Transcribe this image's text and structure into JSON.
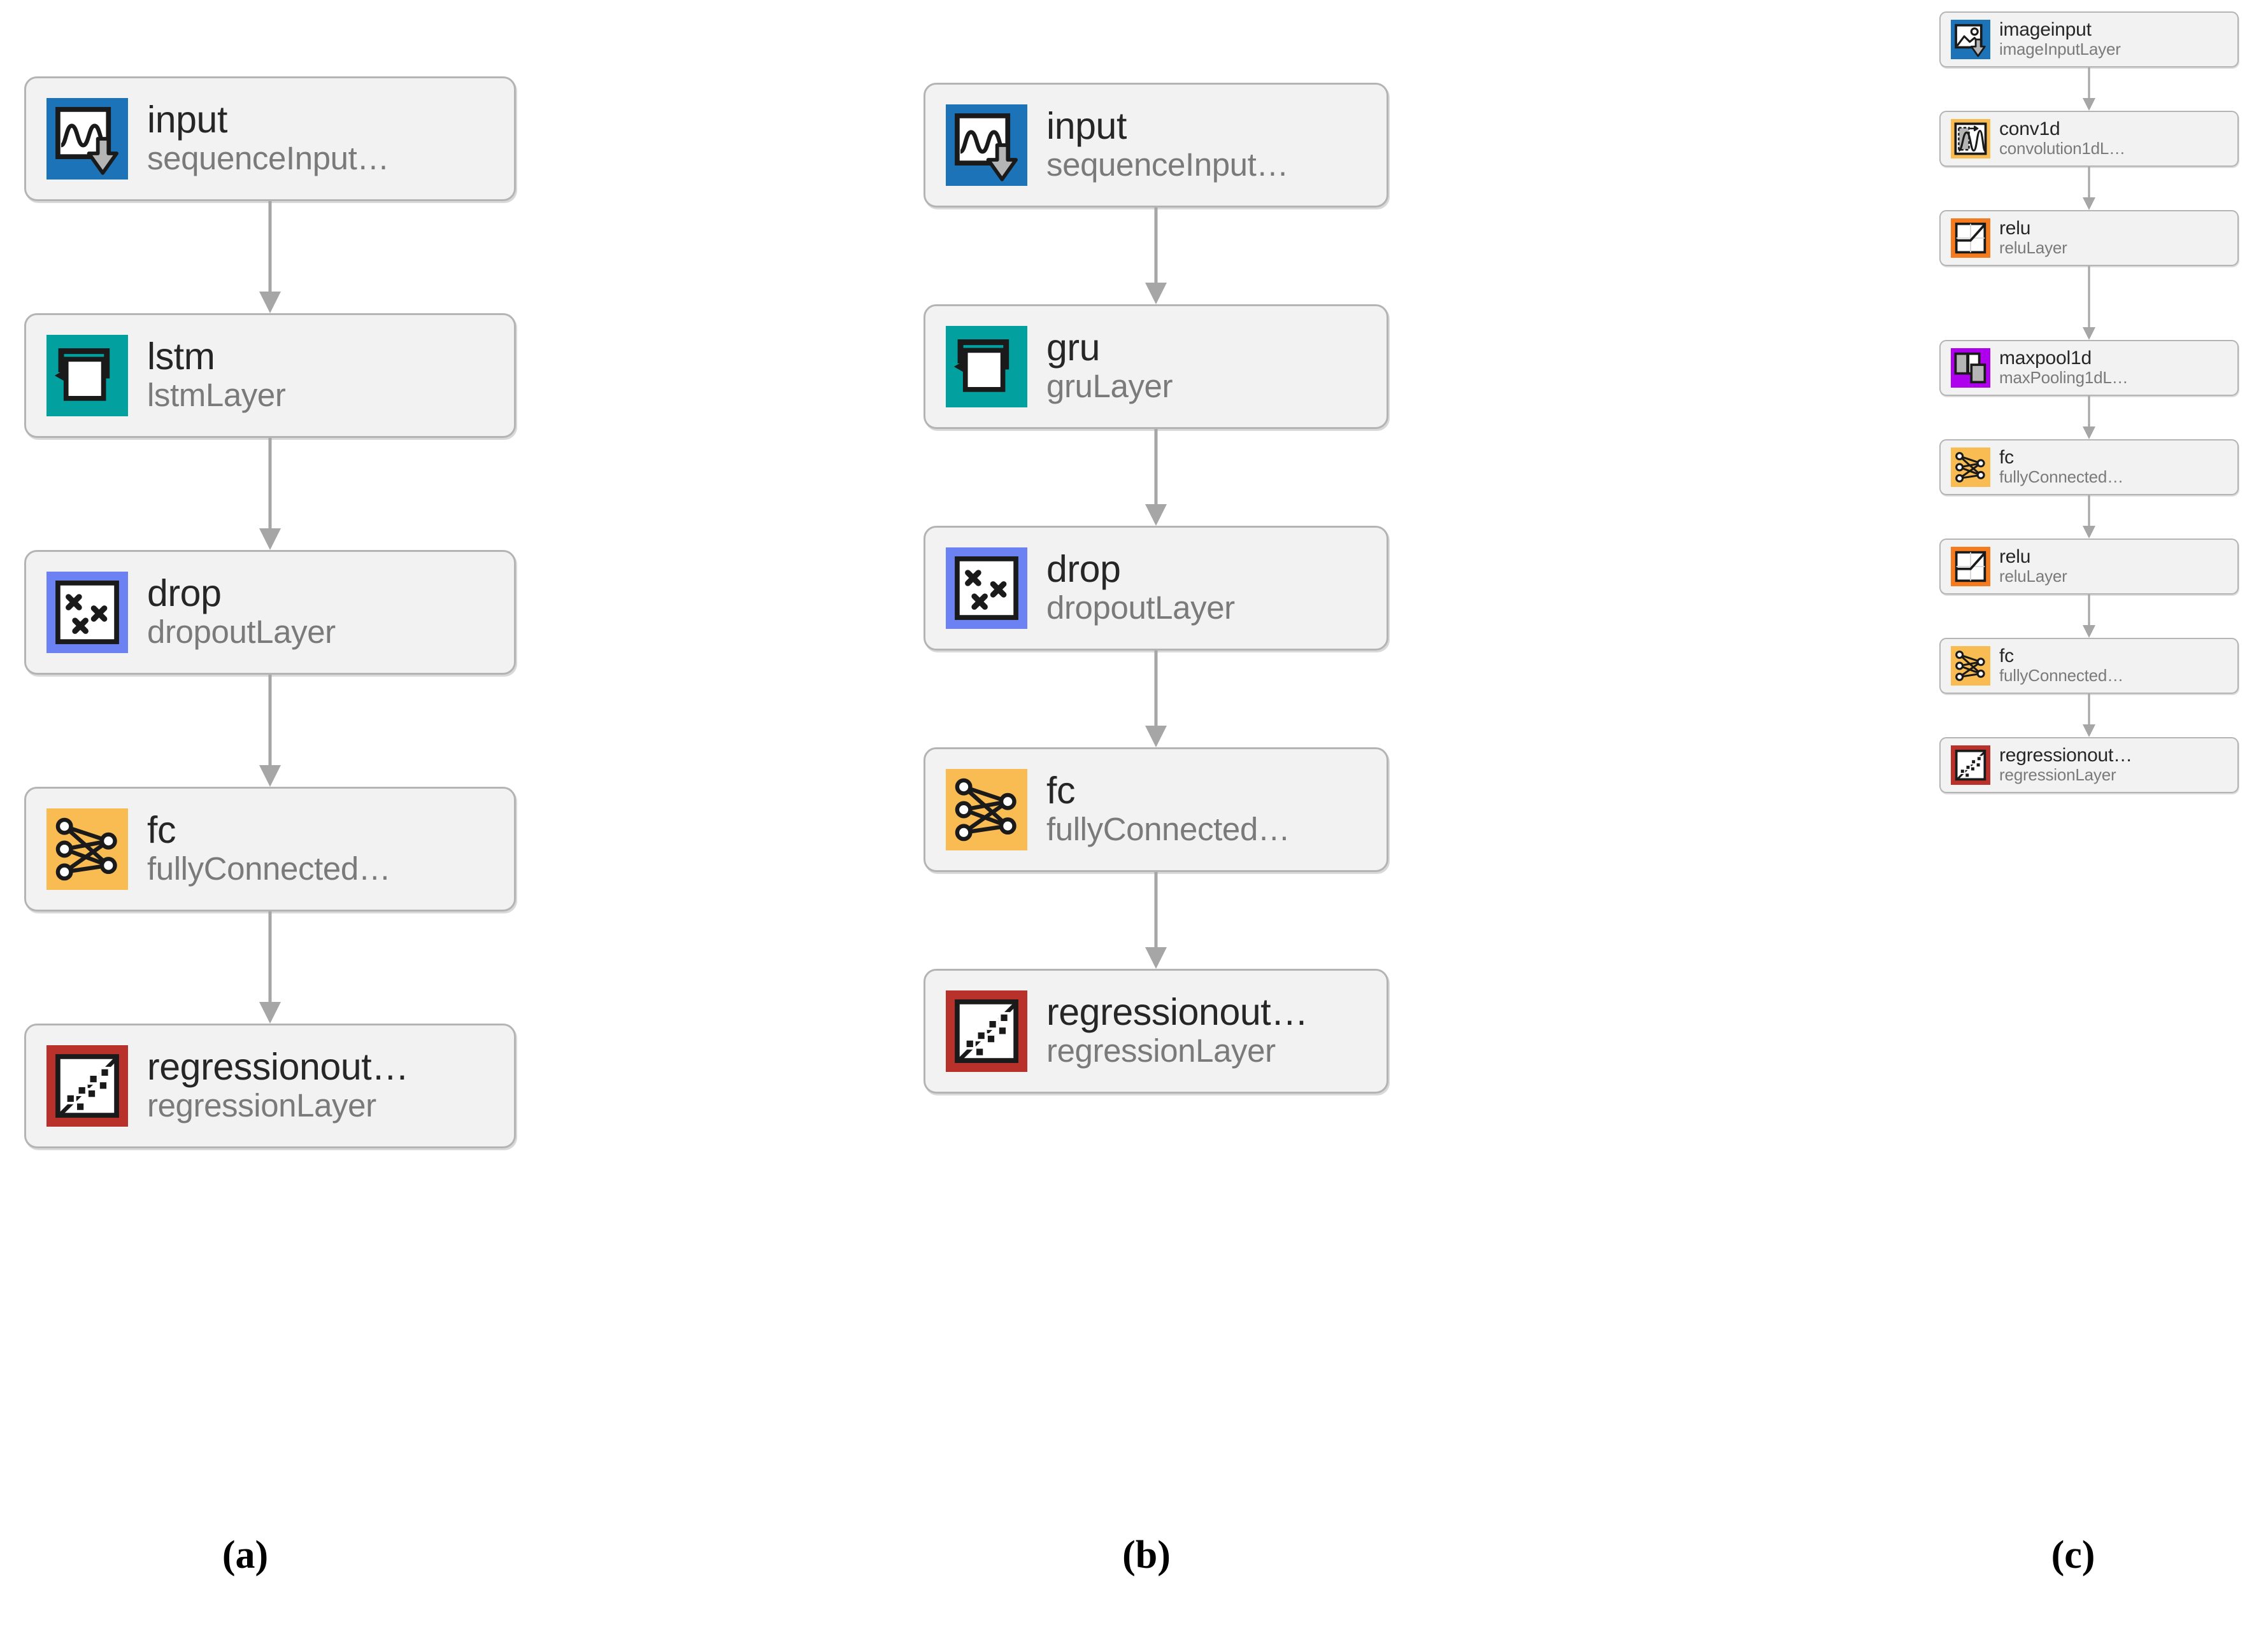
{
  "figure": {
    "panels": [
      {
        "caption": "(a)",
        "size": "big",
        "gaps": [
          176,
          176,
          176,
          176
        ],
        "layers": [
          {
            "name": "input",
            "type": "sequenceInput…",
            "icon": "sequence-input-icon",
            "color": "#1D73B8"
          },
          {
            "name": "lstm",
            "type": "lstmLayer",
            "icon": "lstm-icon",
            "color": "#03A0A0"
          },
          {
            "name": "drop",
            "type": "dropoutLayer",
            "icon": "dropout-icon",
            "color": "#6D82F2"
          },
          {
            "name": "fc",
            "type": "fullyConnected…",
            "icon": "fully-connected-icon",
            "color": "#F9BC52"
          },
          {
            "name": "regressionout…",
            "type": "regressionLayer",
            "icon": "regression-icon",
            "color": "#B8312B"
          }
        ]
      },
      {
        "caption": "(b)",
        "size": "big",
        "gaps": [
          152,
          152,
          152,
          152
        ],
        "layers": [
          {
            "name": "input",
            "type": "sequenceInput…",
            "icon": "sequence-input-icon",
            "color": "#1D73B8"
          },
          {
            "name": "gru",
            "type": "gruLayer",
            "icon": "gru-icon",
            "color": "#03A0A0"
          },
          {
            "name": "drop",
            "type": "dropoutLayer",
            "icon": "dropout-icon",
            "color": "#6D82F2"
          },
          {
            "name": "fc",
            "type": "fullyConnected…",
            "icon": "fully-connected-icon",
            "color": "#F9BC52"
          },
          {
            "name": "regressionout…",
            "type": "regressionLayer",
            "icon": "regression-icon",
            "color": "#B8312B"
          }
        ]
      },
      {
        "caption": "(c)",
        "size": "small",
        "gaps": [
          68,
          68,
          116,
          68,
          68,
          68,
          68
        ],
        "layers": [
          {
            "name": "imageinput",
            "type": "imageInputLayer",
            "icon": "image-input-icon",
            "color": "#1D73B8"
          },
          {
            "name": "conv1d",
            "type": "convolution1dL…",
            "icon": "conv1d-icon",
            "color": "#F9BC52"
          },
          {
            "name": "relu",
            "type": "reluLayer",
            "icon": "relu-icon",
            "color": "#F47B20"
          },
          {
            "name": "maxpool1d",
            "type": "maxPooling1dL…",
            "icon": "maxpool1d-icon",
            "color": "#AE00ED"
          },
          {
            "name": "fc",
            "type": "fullyConnected…",
            "icon": "fully-connected-icon",
            "color": "#F9BC52"
          },
          {
            "name": "relu",
            "type": "reluLayer",
            "icon": "relu-icon",
            "color": "#F47B20"
          },
          {
            "name": "fc",
            "type": "fullyConnected…",
            "icon": "fully-connected-icon",
            "color": "#F9BC52"
          },
          {
            "name": "regressionout…",
            "type": "regressionLayer",
            "icon": "regression-icon",
            "color": "#B8312B"
          }
        ]
      }
    ],
    "connector": {
      "name": "flow-arrow",
      "color": "#A6A6A6"
    }
  }
}
